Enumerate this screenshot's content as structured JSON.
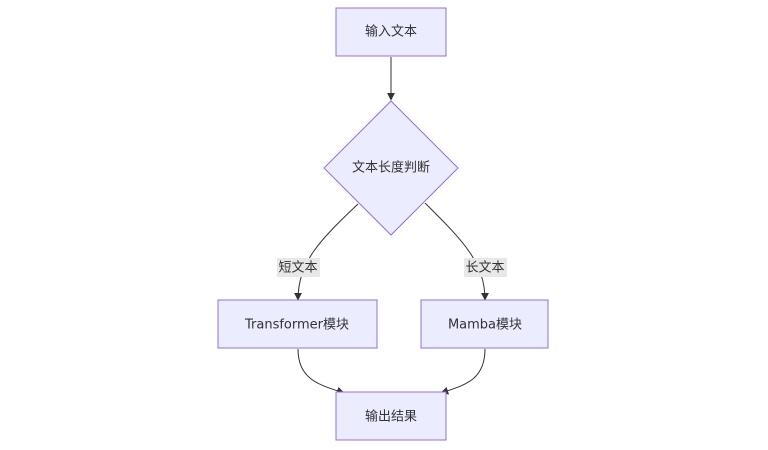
{
  "diagram": {
    "type": "flowchart",
    "nodes": {
      "input": "输入文本",
      "decision": "文本长度判断",
      "transformer": "Transformer模块",
      "mamba": "Mamba模块",
      "output": "输出结果"
    },
    "edges": [
      {
        "from": "input",
        "to": "decision",
        "label": ""
      },
      {
        "from": "decision",
        "to": "transformer",
        "label": "短文本"
      },
      {
        "from": "decision",
        "to": "mamba",
        "label": "长文本"
      },
      {
        "from": "transformer",
        "to": "output",
        "label": ""
      },
      {
        "from": "mamba",
        "to": "output",
        "label": ""
      }
    ],
    "edge_labels": {
      "short": "短文本",
      "long": "长文本"
    },
    "colors": {
      "node_fill": "#ececff",
      "node_stroke": "#9370db",
      "edge": "#333333",
      "label_bg": "#e8e8e8"
    }
  }
}
